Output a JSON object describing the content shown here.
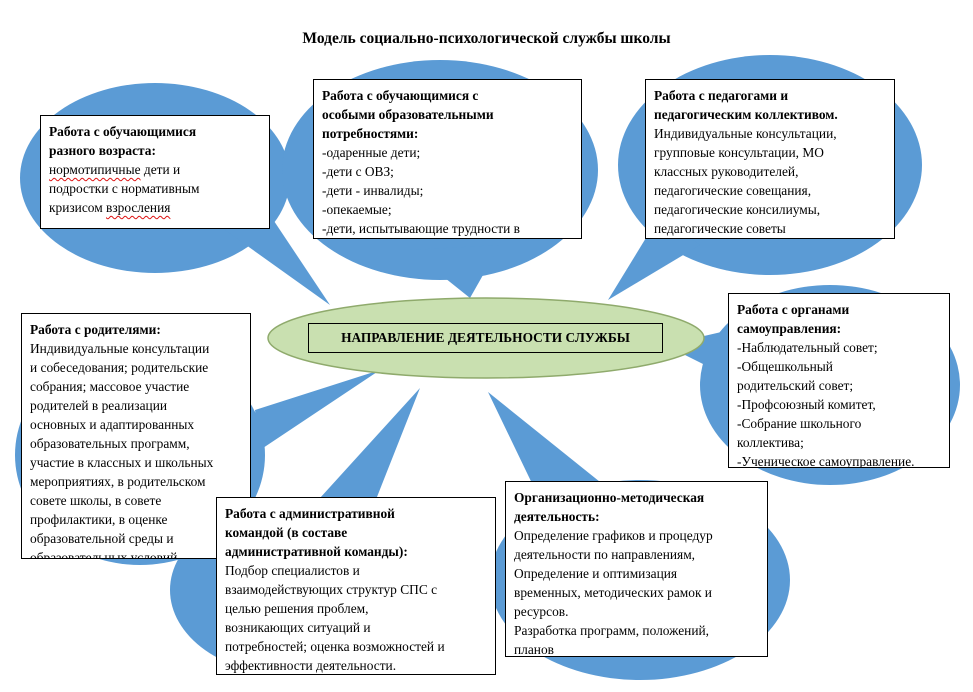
{
  "title": "Модель социально-психологической службы школы",
  "center": "НАПРАВЛЕНИЕ ДЕЯТЕЛЬНОСТИ СЛУЖБЫ",
  "colors": {
    "bubble": "#5b9bd5",
    "bubble_stroke": "#41719c",
    "ellipse": "#c9e0b0",
    "ellipse_stroke": "#8faa6c"
  },
  "boxes": {
    "students": {
      "head": [
        "Работа с обучающимися",
        "разного возраста:"
      ],
      "body_squiggle_1": "нормотипичные",
      "body_rest_1": " дети и",
      "body_2": "подростки с нормативным",
      "body_3_plain": "кризисом ",
      "body_3_squiggle": "взросления"
    },
    "special": {
      "head": [
        "Работа с обучающимися с",
        "особыми образовательными",
        "потребностями:"
      ],
      "items": [
        "-одаренные дети;",
        "-дети с ОВЗ;",
        "-дети - инвалиды;",
        "-опекаемые;",
        "-дети, испытывающие трудности в"
      ]
    },
    "teachers": {
      "head": [
        "Работа с педагогами и",
        "педагогическим коллективом."
      ],
      "items": [
        "Индивидуальные консультации,",
        "групповые консультации, МО",
        "классных руководителей,",
        "педагогические совещания,",
        "педагогические консилиумы,",
        "педагогические советы"
      ]
    },
    "parents": {
      "head": "Работа с родителями:",
      "items": [
        "Индивидуальные консультации",
        "и собеседования;  родительские",
        "собрания;  массовое участие",
        "родителей в реализации",
        "основных и адаптированных",
        "образовательных программ,",
        "участие в классных и школьных",
        "мероприятиях, в родительском",
        "совете школы, в совете",
        "профилактики, в оценке",
        "образовательной среды и",
        "образовательных условий"
      ]
    },
    "selfgov": {
      "head": [
        "Работа с органами",
        "самоуправления:"
      ],
      "items": [
        "-Наблюдательный совет;",
        "-Общешкольный",
        "родительский совет;",
        "-Профсоюзный комитет,",
        "-Собрание школьного",
        "коллектива;",
        "-Ученическое самоуправление."
      ]
    },
    "admin": {
      "head": [
        "Работа с административной",
        "командой (в составе",
        "административной команды):"
      ],
      "items": [
        "Подбор специалистов и",
        "взаимодействующих структур СПС с",
        "целью решения проблем,",
        "возникающих ситуаций и",
        "потребностей; оценка возможностей и",
        "эффективности деятельности."
      ]
    },
    "method": {
      "head": [
        "Организационно-методическая",
        "деятельность:"
      ],
      "items": [
        "Определение графиков и процедур",
        "деятельности по направлениям,",
        "Определение и оптимизация",
        "временных, методических рамок и",
        "ресурсов.",
        "Разработка программ, положений,",
        "планов"
      ]
    }
  }
}
